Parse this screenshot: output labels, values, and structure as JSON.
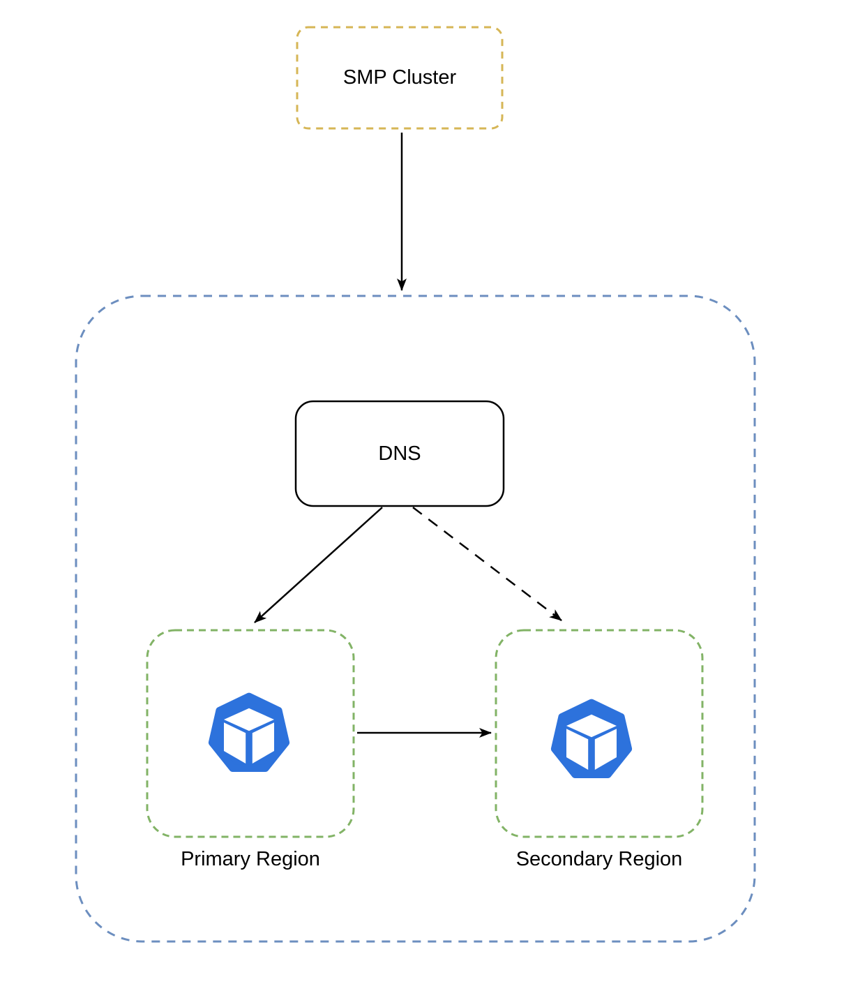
{
  "diagram": {
    "nodes": {
      "smp_cluster": {
        "label": "SMP Cluster",
        "border_style": "dashed",
        "border_color": "#D6B656"
      },
      "cluster_boundary": {
        "label": "",
        "border_style": "dashed",
        "border_color": "#6C8EBF"
      },
      "dns": {
        "label": "DNS",
        "border_style": "solid",
        "border_color": "#000000"
      },
      "primary_region": {
        "label": "Primary Region",
        "border_style": "dashed",
        "border_color": "#82B366",
        "icon": "heptagon-cube-icon"
      },
      "secondary_region": {
        "label": "Secondary Region",
        "border_style": "dashed",
        "border_color": "#82B366",
        "icon": "heptagon-cube-icon"
      }
    },
    "edges": [
      {
        "from": "smp_cluster",
        "to": "cluster_boundary",
        "style": "solid",
        "arrowhead": "filled"
      },
      {
        "from": "dns",
        "to": "primary_region",
        "style": "solid",
        "arrowhead": "filled"
      },
      {
        "from": "dns",
        "to": "secondary_region",
        "style": "dashed",
        "arrowhead": "filled"
      },
      {
        "from": "primary_region",
        "to": "secondary_region",
        "style": "solid",
        "arrowhead": "filled"
      }
    ],
    "colors": {
      "smp_border": "#D6B656",
      "boundary_border": "#6C8EBF",
      "region_border": "#82B366",
      "icon_blue": "#2D72DC",
      "arrow_black": "#000000",
      "node_fill": "#FFFFFF",
      "background": "#FFFFFF"
    }
  }
}
